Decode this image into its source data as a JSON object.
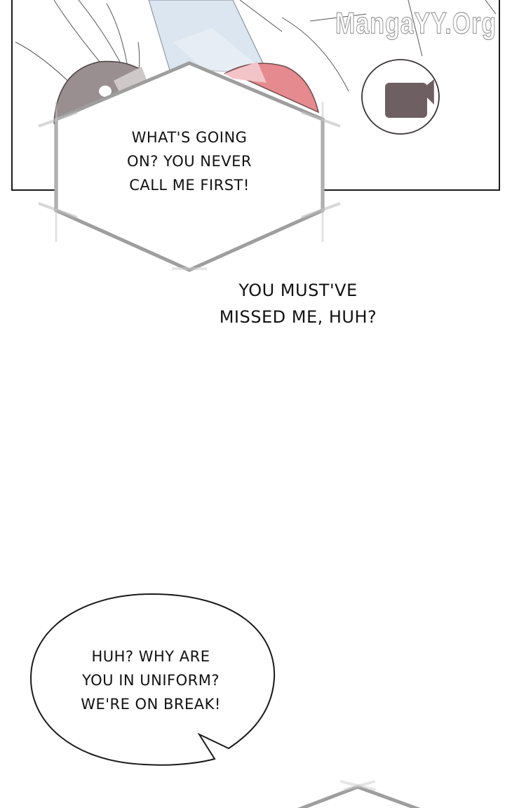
{
  "watermark": "MangaYY.Org",
  "panel": {
    "icon": "video-camera-icon",
    "colors": {
      "border": "#1b1b1b",
      "camera_fill": "#6e6062",
      "left_character_fill": "#9a8f90",
      "right_character_fill": "#e58a8f",
      "sleeve_fill": "#dce6f0",
      "hex_border": "#9e9e9e"
    }
  },
  "dialogues": {
    "hexagon_bubble": "WHAT'S GOING\nON? YOU NEVER\nCALL ME FIRST!",
    "narration": "YOU MUST'VE\nMISSED ME, HUH?",
    "speech_bubble": "HUH? WHY ARE\nYOU IN UNIFORM?\nWE'RE ON BREAK!"
  }
}
